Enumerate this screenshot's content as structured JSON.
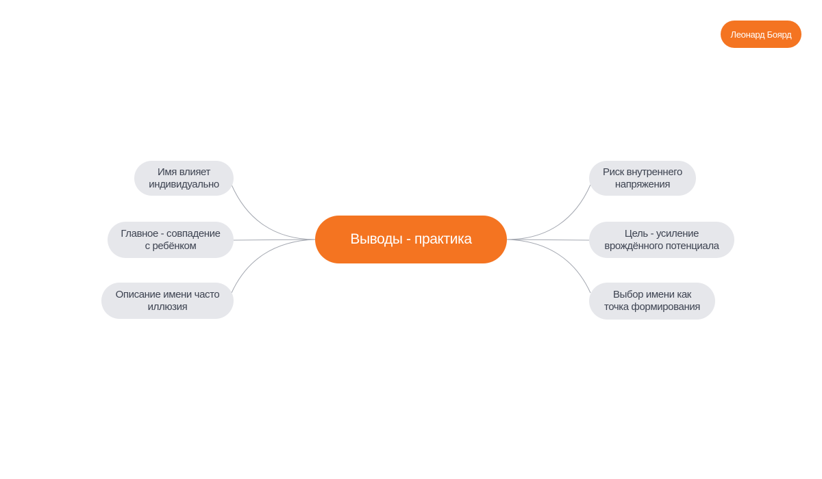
{
  "author": "Леонард Боярд",
  "central_topic": "Выводы - практика",
  "left_topics": [
    {
      "line1": "Имя влияет",
      "line2": "индивидуально"
    },
    {
      "line1": "Главное - совпадение",
      "line2": "с ребёнком"
    },
    {
      "line1": "Описание имени часто",
      "line2": "иллюзия"
    }
  ],
  "right_topics": [
    {
      "line1": "Риск внутреннего",
      "line2": "напряжения"
    },
    {
      "line1": "Цель - усиление",
      "line2": "врождённого потенциала"
    },
    {
      "line1": "Выбор имени как",
      "line2": "точка формирования"
    }
  ],
  "colors": {
    "accent": "#f47421",
    "topic_fill": "#e6e7eb",
    "topic_text": "#3d4351",
    "connector": "#a3a7b0"
  }
}
